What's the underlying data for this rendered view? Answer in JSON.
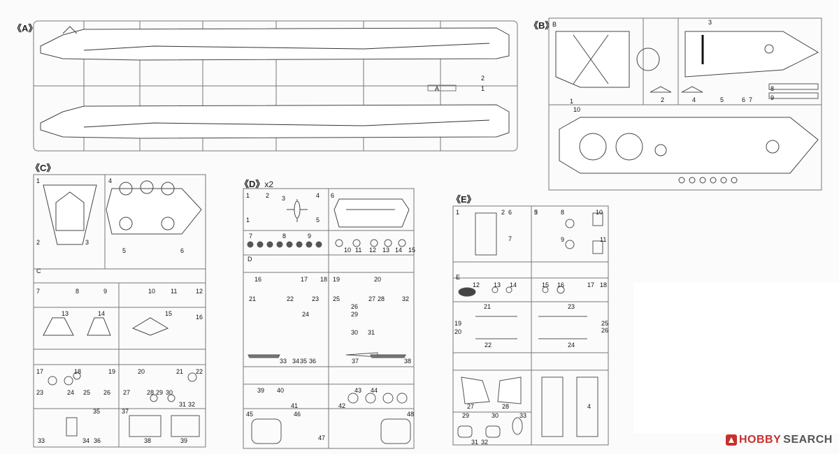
{
  "sprues": {
    "a": {
      "label": "《A》",
      "parts": [
        "2",
        "1"
      ],
      "tag": "A"
    },
    "b": {
      "label": "《B》",
      "parts": [
        "1",
        "2",
        "3",
        "4",
        "5",
        "6",
        "7",
        "8",
        "9",
        "10"
      ],
      "tag": "B"
    },
    "c": {
      "label": "《C》",
      "parts": [
        "1",
        "2",
        "3",
        "4",
        "5",
        "6",
        "7",
        "8",
        "9",
        "10",
        "11",
        "12",
        "13",
        "14",
        "15",
        "16",
        "17",
        "18",
        "19",
        "20",
        "21",
        "22",
        "23",
        "24",
        "25",
        "26",
        "27",
        "28",
        "29",
        "30",
        "31",
        "32",
        "33",
        "34",
        "35",
        "36",
        "37",
        "38",
        "39"
      ],
      "tag": "C"
    },
    "d": {
      "label": "《D》",
      "multiplier": "x2",
      "parts": [
        "1",
        "2",
        "3",
        "4",
        "5",
        "6",
        "7",
        "8",
        "9",
        "10",
        "11",
        "12",
        "13",
        "14",
        "15",
        "16",
        "17",
        "18",
        "19",
        "20",
        "21",
        "22",
        "23",
        "24",
        "25",
        "26",
        "27",
        "28",
        "29",
        "30",
        "31",
        "32",
        "33",
        "34",
        "35",
        "36",
        "37",
        "38",
        "39",
        "40",
        "41",
        "42",
        "43",
        "44",
        "45",
        "46",
        "47",
        "48"
      ],
      "tag": "D"
    },
    "e": {
      "label": "《E》",
      "parts": [
        "1",
        "2",
        "3",
        "4",
        "5",
        "6",
        "7",
        "8",
        "9",
        "10",
        "11",
        "12",
        "13",
        "14",
        "15",
        "16",
        "17",
        "18",
        "19",
        "20",
        "21",
        "22",
        "23",
        "24",
        "25",
        "26",
        "27",
        "28",
        "29",
        "30",
        "31",
        "32",
        "33"
      ],
      "tag": "E"
    }
  },
  "watermark": {
    "brand": "HOBBY",
    "brand2": "SEARCH"
  }
}
